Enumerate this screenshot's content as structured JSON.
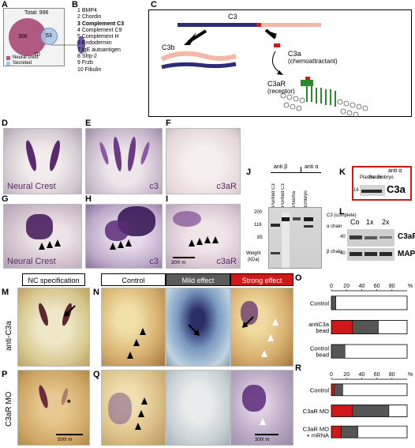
{
  "panelA": {
    "label": "A",
    "total": "Total: 996",
    "n_neural_crest": "306",
    "n_secreted": "53",
    "n_overlap": "10",
    "legend_neural_crest": "Neural crest",
    "legend_secreted": "Secreted",
    "color_neural_crest": "#b05a82",
    "color_secreted": "#a8c4e8"
  },
  "panelB": {
    "label": "B",
    "genes": [
      "1 BMP4",
      "2 Chordin",
      "3 Complement C3",
      "4 Complement C9",
      "5 Complement H",
      "6 Endodermin",
      "7 IgE autoantigen",
      "8 Sfrp-2",
      "9 Frzb",
      "10 Fibulin"
    ]
  },
  "panelC": {
    "label": "C",
    "c3": "C3",
    "c3b": "C3b",
    "c3a": "C3a",
    "c3a_sub": "(chemoattractant)",
    "c3ar": "C3aR",
    "c3ar_sub": "(receptor)"
  },
  "panelD": {
    "label": "D",
    "caption": "Neural Crest"
  },
  "panelE": {
    "label": "E",
    "caption": "c3"
  },
  "panelF": {
    "label": "F",
    "caption": "c3aR"
  },
  "panelG": {
    "label": "G",
    "caption": "Neural Crest"
  },
  "panelH": {
    "label": "H",
    "caption": "c3"
  },
  "panelI": {
    "label": "I",
    "caption": "c3aR",
    "scale": "300! m"
  },
  "panelJ": {
    "label": "J",
    "anti_beta": "anti β",
    "anti_alpha": "anti α",
    "lanes": [
      "Purified C3",
      "Purified C3",
      "Plasma",
      "Embryo"
    ],
    "weights": [
      "200",
      "116",
      "85"
    ],
    "weight_title": "Weight",
    "weight_unit": "(kDa)",
    "band_c3": "C3 (complete)",
    "band_alpha": "α chain",
    "band_beta": "β chain"
  },
  "panelK": {
    "label": "K",
    "anti_alpha": "anti α",
    "lanes": [
      "Plasma",
      "Serum",
      "Embryo"
    ],
    "marker": "16",
    "band": "C3a",
    "border_color": "#d01818"
  },
  "panelL": {
    "label": "L",
    "lanes": [
      "Co",
      "1x",
      "2x"
    ],
    "marker1": "40",
    "marker2": "40",
    "band1": "C3aR",
    "band2": "MAPK"
  },
  "panelM": {
    "label": "M",
    "header": "NC specification",
    "side": "anti-C3a"
  },
  "panelN": {
    "label": "N",
    "headers": [
      "Control",
      "Mild effect",
      "Strong effect"
    ],
    "header_colors": [
      "#ffffff",
      "#5a5a5a",
      "#d01818"
    ]
  },
  "panelO": {
    "label": "O",
    "rows": [
      "Control",
      "antiC3a\nbead",
      "Control\nbead"
    ],
    "ticks": [
      "0",
      "20",
      "40",
      "60",
      "80",
      "%"
    ]
  },
  "panelP": {
    "label": "P",
    "side": "C3aR MO",
    "scale": "500! m"
  },
  "panelQ": {
    "label": "Q",
    "scale": "300! m"
  },
  "panelR": {
    "label": "R",
    "rows": [
      "Control",
      "C3aR MO",
      "C3aR MO\n+ mRNA"
    ],
    "ticks": [
      "0",
      "20",
      "40",
      "60",
      "80",
      "%"
    ]
  },
  "chart_data": [
    {
      "type": "bar",
      "stacked": true,
      "orientation": "horizontal",
      "categories": [
        "Control",
        "antiC3a bead",
        "Control bead"
      ],
      "series": [
        {
          "color": "#d01818",
          "values": [
            0,
            28,
            0
          ]
        },
        {
          "color": "#555555",
          "values": [
            6,
            34,
            18
          ]
        },
        {
          "color": "#ffffff",
          "values": [
            94,
            38,
            82
          ]
        }
      ],
      "xlim": [
        0,
        100
      ],
      "ticks": [
        "0",
        "20",
        "40",
        "60",
        "80",
        "%"
      ]
    },
    {
      "type": "bar",
      "stacked": true,
      "orientation": "horizontal",
      "categories": [
        "Control",
        "C3aR MO",
        "C3aR MO + mRNA"
      ],
      "series": [
        {
          "color": "#d01818",
          "values": [
            4,
            28,
            13
          ]
        },
        {
          "color": "#555555",
          "values": [
            11,
            48,
            22
          ]
        },
        {
          "color": "#ffffff",
          "values": [
            85,
            24,
            65
          ]
        }
      ],
      "xlim": [
        0,
        100
      ],
      "ticks": [
        "0",
        "20",
        "40",
        "60",
        "80",
        "%"
      ]
    }
  ]
}
